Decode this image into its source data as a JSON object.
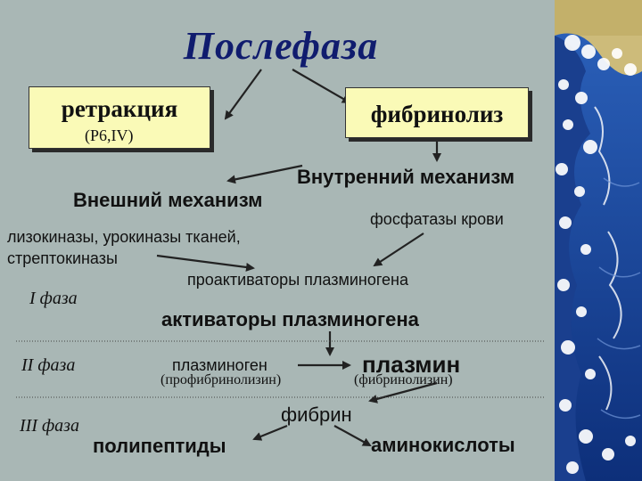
{
  "title": "Послефаза",
  "retraction": {
    "label": "ретракция",
    "sub": "(P6,IV)"
  },
  "fibrinolysis": {
    "label": "фибринолиз"
  },
  "internal_mechanism": "Внутренний механизм",
  "external_mechanism": "Внешний механизм",
  "blood_phosphatases": "фосфатазы крови",
  "tissue_kinases": [
    "лизокиназы, урокиназы тканей,",
    "стрептокиназы"
  ],
  "proactivators": "проактиваторы плазминогена",
  "activators": "активаторы плазминогена",
  "plasminogen": {
    "label": "плазминоген",
    "sub": "(профибринолизин)"
  },
  "plasmin": {
    "label": "плазмин",
    "sub": "(фибринолизин)"
  },
  "fibrin": "фибрин",
  "polypeptides": "полипептиды",
  "amino_acids": "аминокислоты",
  "phases": [
    "I фаза",
    "II фаза",
    "III фаза"
  ],
  "colors": {
    "title": "#101c6e",
    "box_fill": "#fafab7",
    "background": "#a9b7b5",
    "wave_blue": "#1d4fa6"
  }
}
